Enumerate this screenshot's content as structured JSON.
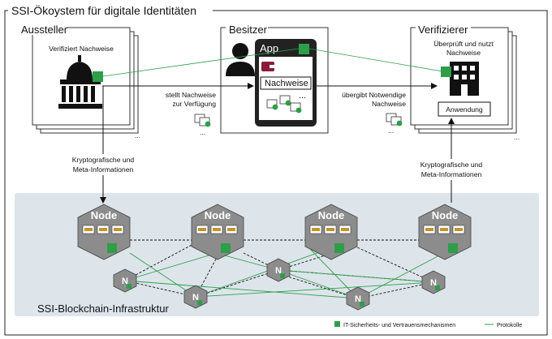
{
  "title": "SSI-Ökoystem für digitale Identitäten",
  "issuer": {
    "label": "Aussteller",
    "caption": "Verifiziert Nachweise"
  },
  "holder": {
    "label": "Besitzer",
    "app_label": "App",
    "wallet_label": "Nachweise",
    "ellipsis": "..."
  },
  "verifier": {
    "label": "Verifizierer",
    "caption_line1": "Überprüft und nutzt",
    "caption_line2": "Nachweise",
    "app_button": "Anwendung"
  },
  "flows": {
    "issue_line1": "stellt Nachweise",
    "issue_line2": "zur Verfügung",
    "present_line1": "übergibt Notwendige",
    "present_line2": "Nachweise",
    "crypto_left_line1": "Kryptografische und",
    "crypto_left_line2": "Meta-Informationen",
    "crypto_right_line1": "Kryptografische und",
    "crypto_right_line2": "Meta-Informationen"
  },
  "infrastructure": {
    "label": "SSI-Blockchain-Infrastruktur",
    "node_label": "Node",
    "small_node_label": "N"
  },
  "legend": {
    "security": "IT-Sicherheits- und Vertrauensmechanismen",
    "protocols": "Protokolle"
  },
  "colors": {
    "green": "#2e9e49",
    "node_fill": "#8c8c8c",
    "infra_bg": "#dde5eb",
    "wallet": "#8b1a3a"
  }
}
